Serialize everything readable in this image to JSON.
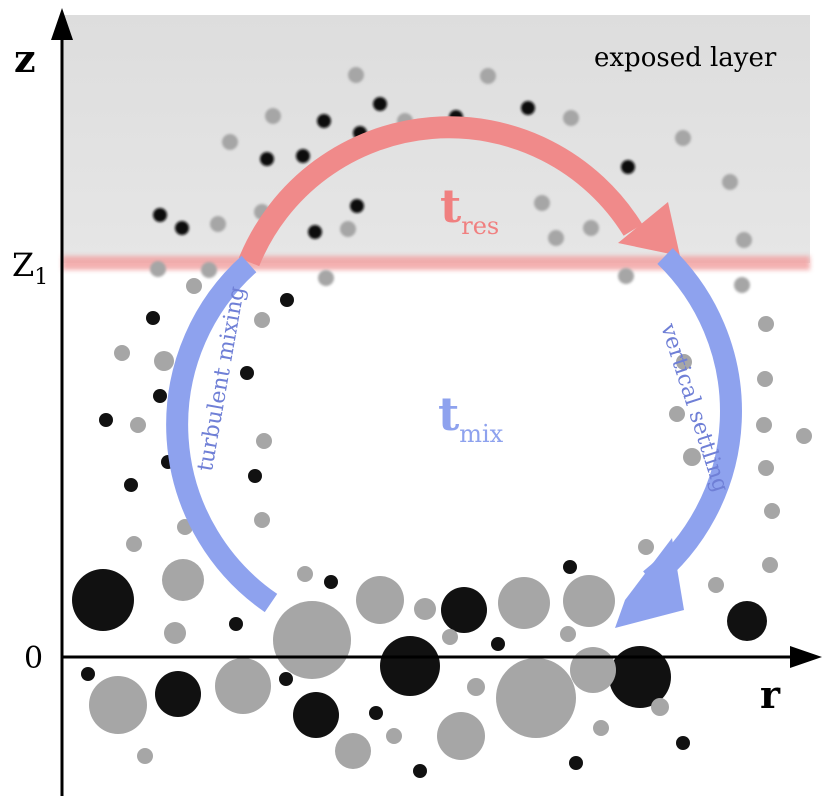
{
  "labels": {
    "z_axis": "z",
    "r_axis": "r",
    "z1_main": "Z",
    "z1_sub": "1",
    "zero": "0",
    "exposed_layer": "exposed layer",
    "t_res_main": "t",
    "t_res_sub": "res",
    "t_mix_main": "t",
    "t_mix_sub": "mix",
    "turbulent_mixing": "turbulent mixing",
    "vertical_settling": "vertical settling"
  },
  "colors": {
    "exposed_region": "#e0e0e0",
    "boundary_line": "#f2a0a0",
    "residence_arrow": "#f08a8a",
    "mixing_arrow": "#8ea2ee",
    "mixing_text": "#6f7fd6",
    "residence_text": "#f08080",
    "particle_dark": "#111111",
    "particle_light": "#a6a6a6",
    "axis": "#000000"
  }
}
